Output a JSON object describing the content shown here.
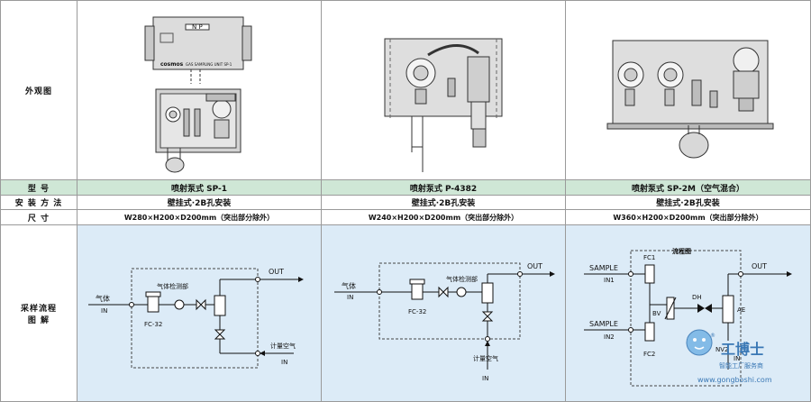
{
  "row_headers": {
    "appearance": "外观图",
    "model": "型  号",
    "install": "安 装 方 法",
    "size": "尺  寸",
    "flow": "采样流程\n图  解"
  },
  "flow_header_lines": [
    "采样流程",
    "图    解"
  ],
  "units": [
    {
      "model": "喷射泵式   SP-1",
      "install": "壁挂式·2B孔安装",
      "size": "W280×H200×D200mm（突出部分除外）",
      "device_label": "GAS SAMPLING UNIT SP-1",
      "device_brand": "cosmos",
      "device_tag": "N  P"
    },
    {
      "model": "喷射泵式   P-4382",
      "install": "壁挂式·2B孔安装",
      "size": "W240×H200×D200mm（突出部分除外）"
    },
    {
      "model": "喷射泵式   SP-2M（空气混合）",
      "install": "壁挂式·2B孔安装",
      "size": "W360×H200×D200mm（突出部分除外）"
    }
  ],
  "flow1": {
    "gas_in": "气体",
    "in": "IN",
    "detector": "气体检测部",
    "fc": "FC-32",
    "out": "OUT",
    "air": "计量空气",
    "air_in": "IN"
  },
  "flow2": {
    "gas_in": "气体",
    "in": "IN",
    "detector": "气体检测部",
    "fc": "FC-32",
    "out": "OUT",
    "air": "计量空气",
    "air_in": "IN"
  },
  "flow3": {
    "title": "流程图",
    "sample1": "SAMPLE",
    "in1": "IN1",
    "sample2": "SAMPLE",
    "in2": "IN2",
    "fc1": "FC1",
    "fc2": "FC2",
    "bv": "BV",
    "dh": "DH",
    "ae": "AE",
    "out": "OUT",
    "nv2": "NV2",
    "air_in": "IN"
  },
  "watermark": {
    "brand": "工博士",
    "tagline": "智能工厂服务商",
    "url": "www.gongboshi.com",
    "reg": "®"
  },
  "colors": {
    "model_row": "#cfe7d6",
    "flow_bg": "#dcebf7",
    "device_fill": "#d9d9d9",
    "watermark_blue": "#3a78b5"
  }
}
